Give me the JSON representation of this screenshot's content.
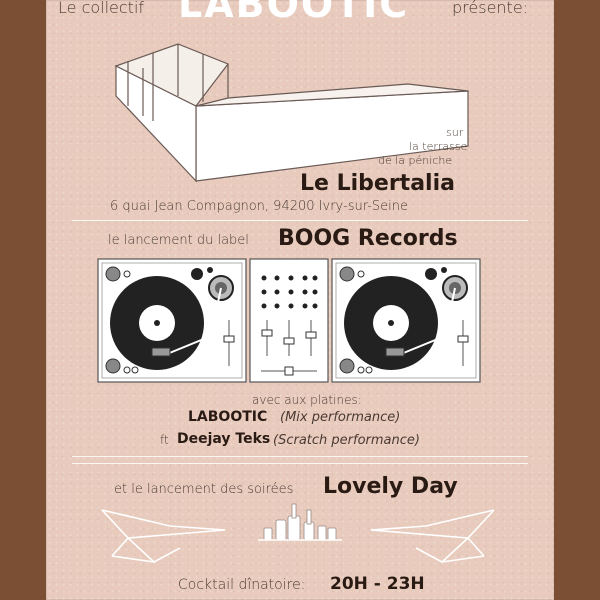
{
  "header": {
    "collective_label": "Le collectif",
    "brand": "LABOOTIC",
    "presents_label": "présente:"
  },
  "venue": {
    "line1": "sur",
    "line2": "la terrasse",
    "line3": "de la péniche",
    "name": "Le Libertalia",
    "address": "6 quai Jean Compagnon, 94200 Ivry-sur-Seine"
  },
  "label_launch": {
    "intro": "le lancement du label",
    "label_name": "BOOG Records"
  },
  "lineup": {
    "intro": "avec aux platines:",
    "artist1": "LABOOTIC",
    "artist1_note": "(Mix performance)",
    "feat": "ft",
    "artist2": "Deejay Teks",
    "artist2_note": "(Scratch performance)"
  },
  "soirees": {
    "intro": "et le lancement des soirées",
    "name": "Lovely Day"
  },
  "footer": {
    "cocktail_label": "Cocktail dînatoire:",
    "hours": "20H - 23H"
  },
  "icons": [
    "boat-illustration",
    "turntable-left-icon",
    "mixer-icon",
    "turntable-right-icon",
    "deckchair-left-icon",
    "bottles-glasses-icon",
    "deckchair-right-icon"
  ],
  "colors": {
    "paper": "#e8cbbd",
    "frame": "#7b4f33",
    "ink": "#2a1a14",
    "rule": "#ffffff"
  }
}
